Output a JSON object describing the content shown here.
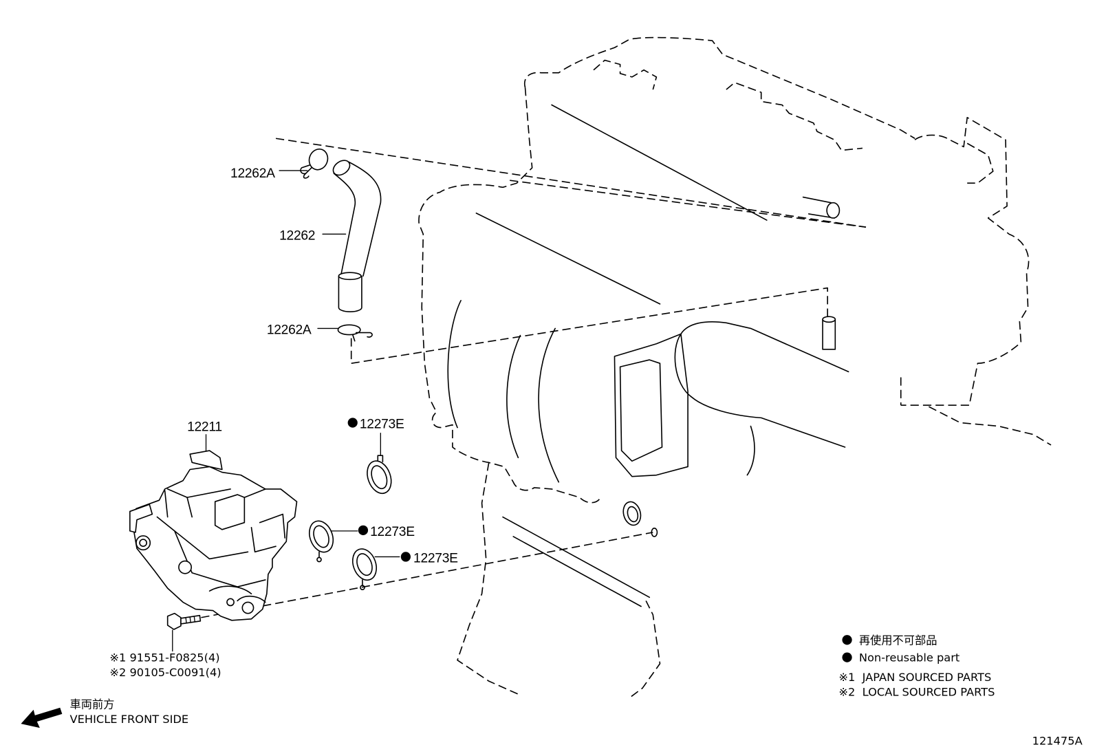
{
  "callouts": {
    "clamp_upper": "12262A",
    "hose": "12262",
    "clamp_lower": "12262A",
    "gasket_a": "12273E",
    "gasket_b": "12273E",
    "gasket_c": "12273E",
    "pump_assembly": "12211"
  },
  "bolt_notes": {
    "line1": "※1 91551-F0825(4)",
    "line2": "※2 90105-C0091(4)"
  },
  "front_direction": {
    "jp": "車両前方",
    "en": "VEHICLE FRONT SIDE"
  },
  "legend": {
    "non_reusable_jp": "再使用不可部品",
    "non_reusable_en": "Non-reusable part",
    "note1": "※1  JAPAN SOURCED PARTS",
    "note2": "※2  LOCAL SOURCED PARTS"
  },
  "figure_number": "121475A",
  "colors": {
    "line": "#000000",
    "background": "#ffffff"
  }
}
